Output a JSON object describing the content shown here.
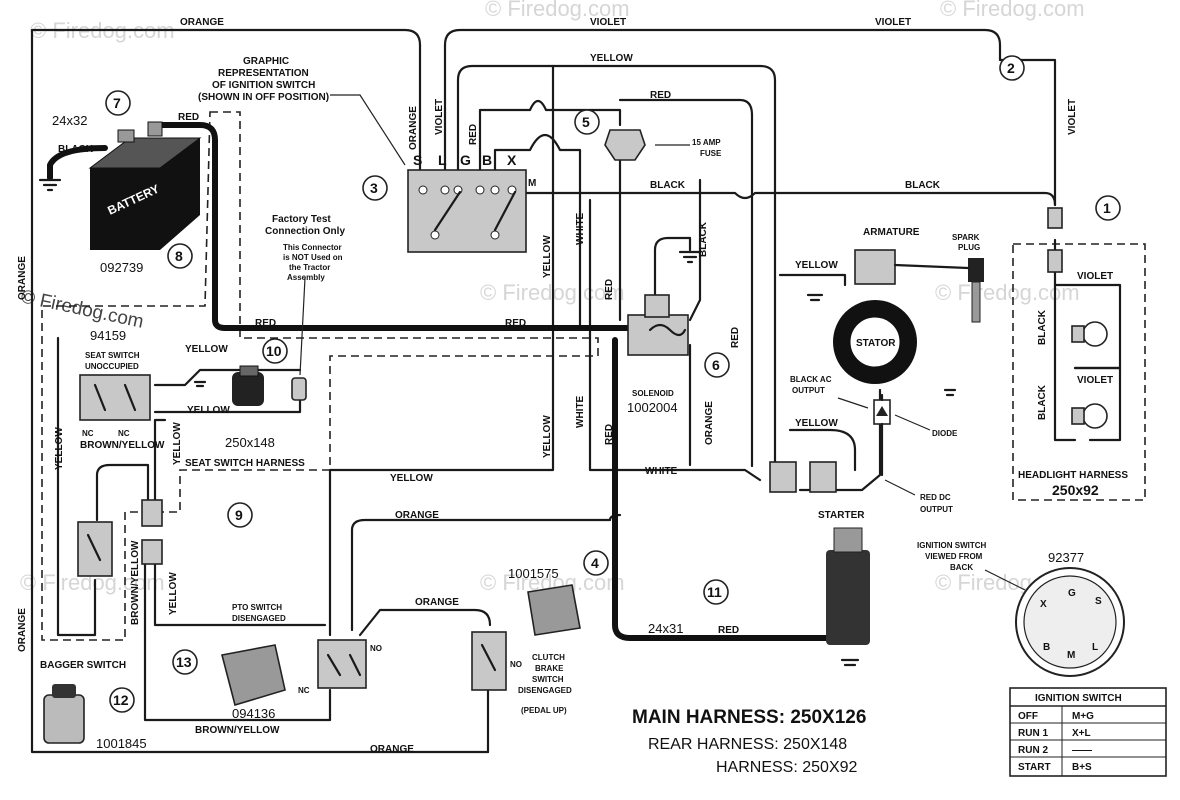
{
  "watermark": "© Firedog.com",
  "harness_titles": {
    "main": "MAIN HARNESS: 250X126",
    "rear": "REAR HARNESS: 250X148",
    "front": "HARNESS: 250X92"
  },
  "wire_labels": {
    "orange_top": "ORANGE",
    "violet_top": "VIOLET",
    "violet_top2": "VIOLET",
    "violet_right": "VIOLET",
    "violet_vert": "VIOLET",
    "yellow_top": "YELLOW",
    "red_top": "RED",
    "orange_vert": "ORANGE",
    "red_vert": "RED",
    "black_fuse": "BLACK",
    "black_right": "BLACK",
    "black_battery": "BLACK",
    "red_battery": "RED",
    "orange_left": "ORANGE",
    "orange_left2": "ORANGE",
    "red_mid": "RED",
    "red_mid2": "RED",
    "yellow_seat": "YELLOW",
    "yellow_seat2": "YELLOW",
    "yellow_left": "YELLOW",
    "yellow_mid": "YELLOW",
    "yellow_mid2": "YELLOW",
    "yellow_vert": "YELLOW",
    "yellow_vert2": "YELLOW",
    "white_vert": "WHITE",
    "white_vert2": "WHITE",
    "white_bottom": "WHITE",
    "red_sol": "RED",
    "red_sol2": "RED",
    "red_right": "RED",
    "orange_sol": "ORANGE",
    "black_sol": "BLACK",
    "orange_mid": "ORANGE",
    "orange_pedal": "ORANGE",
    "orange_bottom": "ORANGE",
    "yellow_stator": "YELLOW",
    "yellow_stator2": "YELLOW",
    "yellow_pto": "YELLOW",
    "brown_yellow": "BROWN/YELLOW",
    "brown_yellow2": "BROWN/YELLOW",
    "brown_yellow3": "BROWN/YELLOW",
    "red_starter": "RED",
    "black_hl1": "BLACK",
    "black_hl2": "BLACK",
    "violet_hl1": "VIOLET",
    "violet_hl2": "VIOLET"
  },
  "ignition_graphic": {
    "title_lines": [
      "GRAPHIC",
      "REPRESENTATION",
      "OF IGNITION SWITCH",
      "(SHOWN IN OFF POSITION)"
    ],
    "terminals": [
      "S",
      "L",
      "G",
      "B",
      "X"
    ],
    "m_terminal": "M"
  },
  "fuse_label": [
    "15 AMP",
    "FUSE"
  ],
  "factory_test": [
    "Factory Test",
    "Connection Only"
  ],
  "factory_note": [
    "This Connector",
    "is NOT Used on",
    "the Tractor",
    "Assembly"
  ],
  "armature_label": "ARMATURE",
  "spark_plug": [
    "SPARK",
    "PLUG"
  ],
  "stator_label": "STATOR",
  "black_ac_output": [
    "BLACK AC",
    "OUTPUT"
  ],
  "diode_label": "DIODE",
  "red_dc_output": [
    "RED DC",
    "OUTPUT"
  ],
  "starter_label": "STARTER",
  "solenoid_label": "SOLENOID",
  "seat_switch": {
    "state": [
      "SEAT SWITCH",
      "UNOCCUPIED"
    ],
    "nc1": "NC",
    "nc2": "NC"
  },
  "seat_harness": [
    "250x148",
    "SEAT SWITCH HARNESS"
  ],
  "pto_switch": [
    "PTO SWITCH",
    "DISENGAGED"
  ],
  "nc_pto": "NC",
  "no_pto": "NO",
  "no_clutch": "NO",
  "clutch_switch": [
    "CLUTCH",
    "BRAKE",
    "SWITCH",
    "DISENGAGED",
    "(PEDAL UP)"
  ],
  "bagger_switch": "BAGGER  SWITCH",
  "headlight_harness": [
    "HEADLIGHT HARNESS",
    "250x92"
  ],
  "ignition_back": [
    "IGNITION SWITCH",
    "VIEWED FROM",
    "BACK"
  ],
  "ign_back_letters": [
    "X",
    "G",
    "S",
    "B",
    "M",
    "L"
  ],
  "battery_label": "BATTERY",
  "part_numbers": {
    "battery_cable": "24x32",
    "battery": "092739",
    "seat_switch": "94159",
    "seat_harness_no": "250x148",
    "solenoid": "1002004",
    "relay": "1001575",
    "pto": "094136",
    "bagger": "1001845",
    "starter_cable": "24x31",
    "ign_switch": "92377"
  },
  "callouts": [
    "1",
    "2",
    "3",
    "4",
    "5",
    "6",
    "7",
    "8",
    "9",
    "10",
    "11",
    "12",
    "13"
  ],
  "ignition_table": {
    "title": "IGNITION SWITCH",
    "rows": [
      {
        "pos": "OFF",
        "val": "M+G"
      },
      {
        "pos": "RUN 1",
        "val": "X+L"
      },
      {
        "pos": "RUN 2",
        "val": "——"
      },
      {
        "pos": "START",
        "val": "B+S"
      }
    ]
  }
}
